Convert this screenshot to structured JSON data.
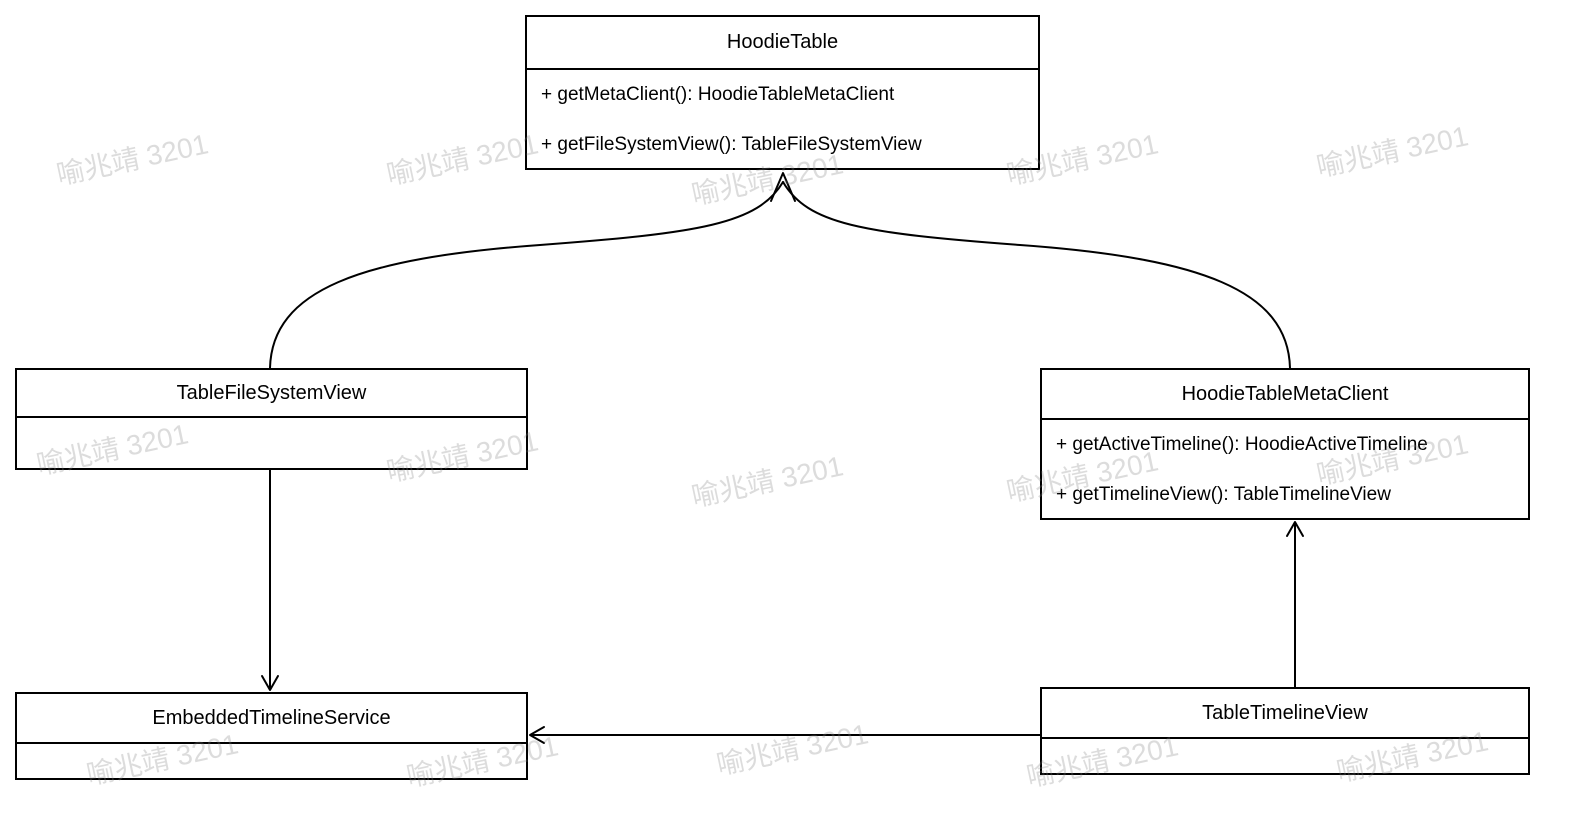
{
  "watermark": {
    "text": "喻兆靖 3201"
  },
  "classes": {
    "hoodieTable": {
      "name": "HoodieTable",
      "methods": [
        "+ getMetaClient(): HoodieTableMetaClient",
        "+ getFileSystemView(): TableFileSystemView"
      ]
    },
    "tableFileSystemView": {
      "name": "TableFileSystemView",
      "methods": []
    },
    "hoodieTableMetaClient": {
      "name": "HoodieTableMetaClient",
      "methods": [
        "+ getActiveTimeline(): HoodieActiveTimeline",
        "+ getTimelineView(): TableTimelineView"
      ]
    },
    "embeddedTimelineService": {
      "name": "EmbeddedTimelineService",
      "methods": []
    },
    "tableTimelineView": {
      "name": "TableTimelineView",
      "methods": []
    }
  },
  "relations": [
    {
      "from": "TableFileSystemView",
      "to": "HoodieTable",
      "type": "arrow"
    },
    {
      "from": "HoodieTableMetaClient",
      "to": "HoodieTable",
      "type": "arrow"
    },
    {
      "from": "TableFileSystemView",
      "to": "EmbeddedTimelineService",
      "type": "arrow"
    },
    {
      "from": "TableTimelineView",
      "to": "HoodieTableMetaClient",
      "type": "arrow"
    },
    {
      "from": "TableTimelineView",
      "to": "EmbeddedTimelineService",
      "type": "arrow"
    }
  ]
}
